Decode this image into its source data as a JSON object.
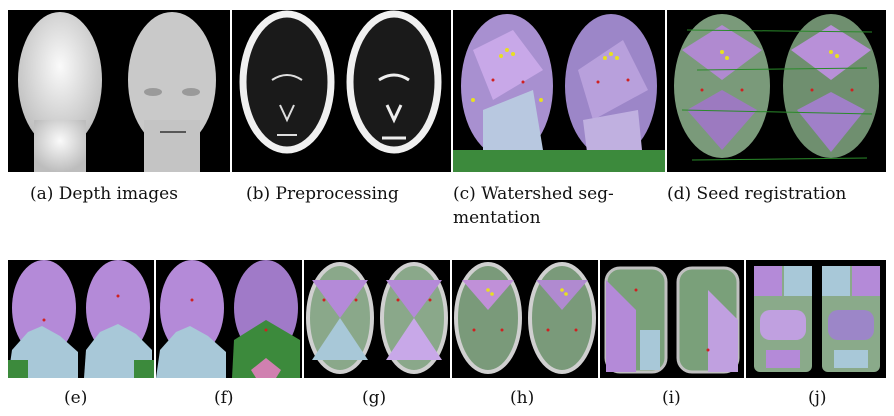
{
  "figure": {
    "top_row": [
      {
        "caption": "(a) Depth images"
      },
      {
        "caption": "(b) Preprocessing"
      },
      {
        "caption": "(c) Watershed seg-mentation"
      },
      {
        "caption": "(d) Seed registration"
      }
    ],
    "bottom_row": [
      {
        "caption": "(e)"
      },
      {
        "caption": "(f)"
      },
      {
        "caption": "(g)"
      },
      {
        "caption": "(h)"
      },
      {
        "caption": "(i)"
      },
      {
        "caption": "(j)"
      }
    ]
  },
  "colors": {
    "background": "#000000",
    "segment_purple": "#b48ad8",
    "segment_green": "#3c8a3c",
    "segment_lightblue": "#a8c8d8",
    "seed_yellow": "#e8e020",
    "seed_red": "#d02020"
  }
}
